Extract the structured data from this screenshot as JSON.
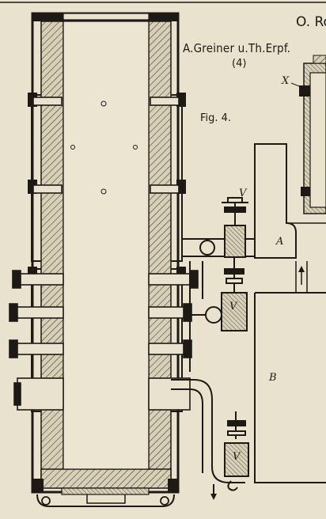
{
  "header": {
    "right_title": "O. Ro",
    "authors": "A.Greiner u.Th.Erpf.",
    "plate_number": "(4)"
  },
  "figure": {
    "label": "Fig. 4."
  },
  "parts": {
    "x_label": "X",
    "chamber_a": "A",
    "chamber_b": "B",
    "valve_label": "V"
  },
  "colors": {
    "paper": "#e9e2cf",
    "ink": "#1d1a16",
    "wall_fill": "#cfc6ae",
    "hatch": "#3a342b"
  }
}
